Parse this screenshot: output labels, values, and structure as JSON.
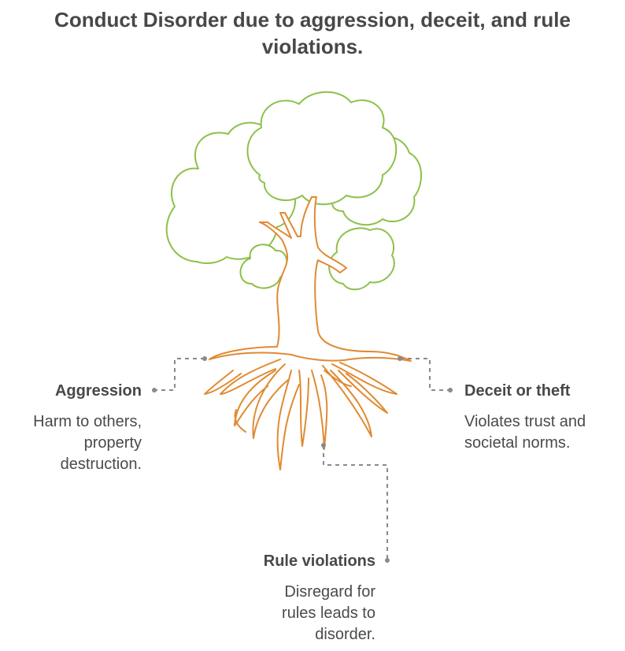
{
  "title": "Conduct Disorder due to aggression, deceit, and rule violations.",
  "colors": {
    "foliage": "#8dc04a",
    "trunk": "#e08a32",
    "connector": "#8a8a8a",
    "text": "#484848"
  },
  "items": [
    {
      "heading": "Aggression",
      "description": "Harm to others, property destruction."
    },
    {
      "heading": "Deceit or theft",
      "description": "Violates trust and societal norms."
    },
    {
      "heading": "Rule violations",
      "description": "Disregard for rules leads to disorder."
    }
  ]
}
